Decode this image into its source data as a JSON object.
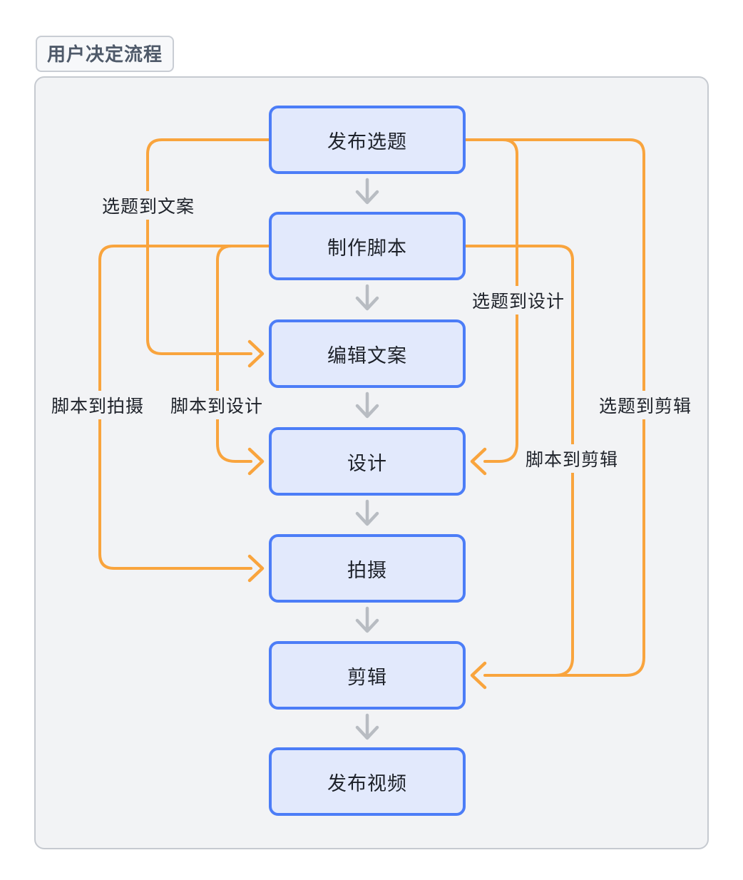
{
  "title": "用户决定流程",
  "colors": {
    "page_bg": "#ffffff",
    "panel_bg": "#f2f3f5",
    "panel_border": "#c6cad0",
    "node_fill": "#e2e9fc",
    "node_border": "#4c7df7",
    "node_text": "#1d2129",
    "flow_arrow_gray": "#b8bcc2",
    "edge_orange": "#f9a43d",
    "title_text": "#4e5969"
  },
  "nodes": [
    {
      "id": "publish-topic",
      "label": "发布选题"
    },
    {
      "id": "make-script",
      "label": "制作脚本"
    },
    {
      "id": "edit-copy",
      "label": "编辑文案"
    },
    {
      "id": "design",
      "label": "设计"
    },
    {
      "id": "shoot",
      "label": "拍摄"
    },
    {
      "id": "cut",
      "label": "剪辑"
    },
    {
      "id": "publish-video",
      "label": "发布视频"
    }
  ],
  "edges": [
    {
      "from": "发布选题",
      "to": "编辑文案",
      "label": "选题到文案"
    },
    {
      "from": "制作脚本",
      "to": "拍摄",
      "label": "脚本到拍摄"
    },
    {
      "from": "制作脚本",
      "to": "设计",
      "label": "脚本到设计"
    },
    {
      "from": "发布选题",
      "to": "设计",
      "label": "选题到设计"
    },
    {
      "from": "制作脚本",
      "to": "剪辑",
      "label": "脚本到剪辑"
    },
    {
      "from": "发布选题",
      "to": "剪辑",
      "label": "选题到剪辑"
    }
  ],
  "sequence_edges": [
    {
      "from": "发布选题",
      "to": "制作脚本"
    },
    {
      "from": "制作脚本",
      "to": "编辑文案"
    },
    {
      "from": "编辑文案",
      "to": "设计"
    },
    {
      "from": "设计",
      "to": "拍摄"
    },
    {
      "from": "拍摄",
      "to": "剪辑"
    },
    {
      "from": "剪辑",
      "to": "发布视频"
    }
  ]
}
